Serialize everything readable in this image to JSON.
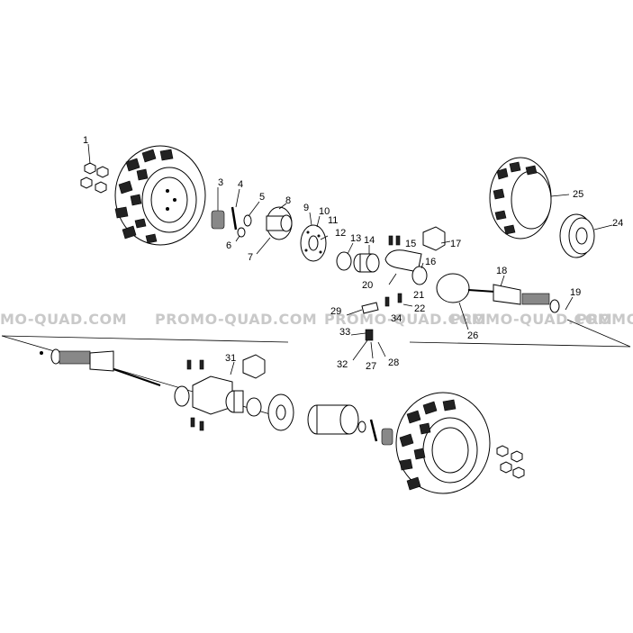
{
  "watermark": {
    "segments": [
      "MO-QUAD.COM",
      "PROMO-QUAD.COM",
      "PROMO-QUAD.COM",
      "PROMO-QUAD.COM",
      "PROMO-QUAD.COM"
    ]
  },
  "callouts": {
    "n1": "1",
    "n3": "3",
    "n4": "4",
    "n5": "5",
    "n6": "6",
    "n7": "7",
    "n8": "8",
    "n9": "9",
    "n10": "10",
    "n11": "11",
    "n12": "12",
    "n13": "13",
    "n14": "14",
    "n15": "15",
    "n16": "16",
    "n17": "17",
    "n18": "18",
    "n19": "19",
    "n20": "20",
    "n21": "21",
    "n22": "22",
    "n24": "24",
    "n25": "25",
    "n26": "26",
    "n27": "27",
    "n28": "28",
    "n29": "29",
    "n31": "31",
    "n32": "32",
    "n33": "33",
    "n34": "34"
  },
  "colors": {
    "line": "#000000",
    "watermark": "#c9c9c9",
    "background": "#ffffff"
  }
}
